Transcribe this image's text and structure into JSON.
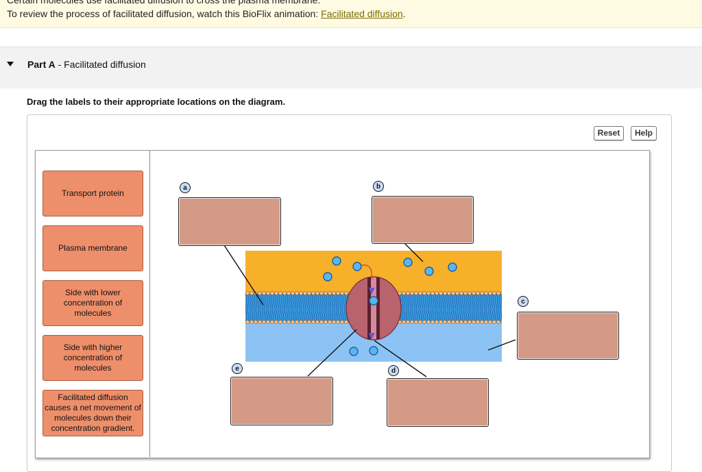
{
  "intro": {
    "line1": "Certain molecules use facilitated diffusion to cross the plasma membrane.",
    "line2_prefix": "To review the process of facilitated diffusion, watch this BioFlix animation: ",
    "link_text": "Facilitated diffusion",
    "line2_suffix": "."
  },
  "part": {
    "prefix": "Part A",
    "sep": " - ",
    "title": "Facilitated diffusion"
  },
  "instruction": "Drag the labels to their appropriate locations on the diagram.",
  "buttons": {
    "reset": "Reset",
    "help": "Help"
  },
  "labels": [
    "Transport protein",
    "Plasma membrane",
    "Side with lower concentration of molecules",
    "Side with higher concentration of molecules",
    "Facilitated diffusion causes a net movement of molecules down their concentration gradient."
  ],
  "targets": [
    "a",
    "b",
    "c",
    "d",
    "e"
  ],
  "colors": {
    "upper_region": "#f7b02a",
    "lower_region": "#8dc3f4",
    "membrane": "#3a9be0",
    "protein": "#b9636e",
    "molecule": "#5bb6f0",
    "label_fill": "#ee8f6b",
    "target_fill": "#d59a85"
  }
}
